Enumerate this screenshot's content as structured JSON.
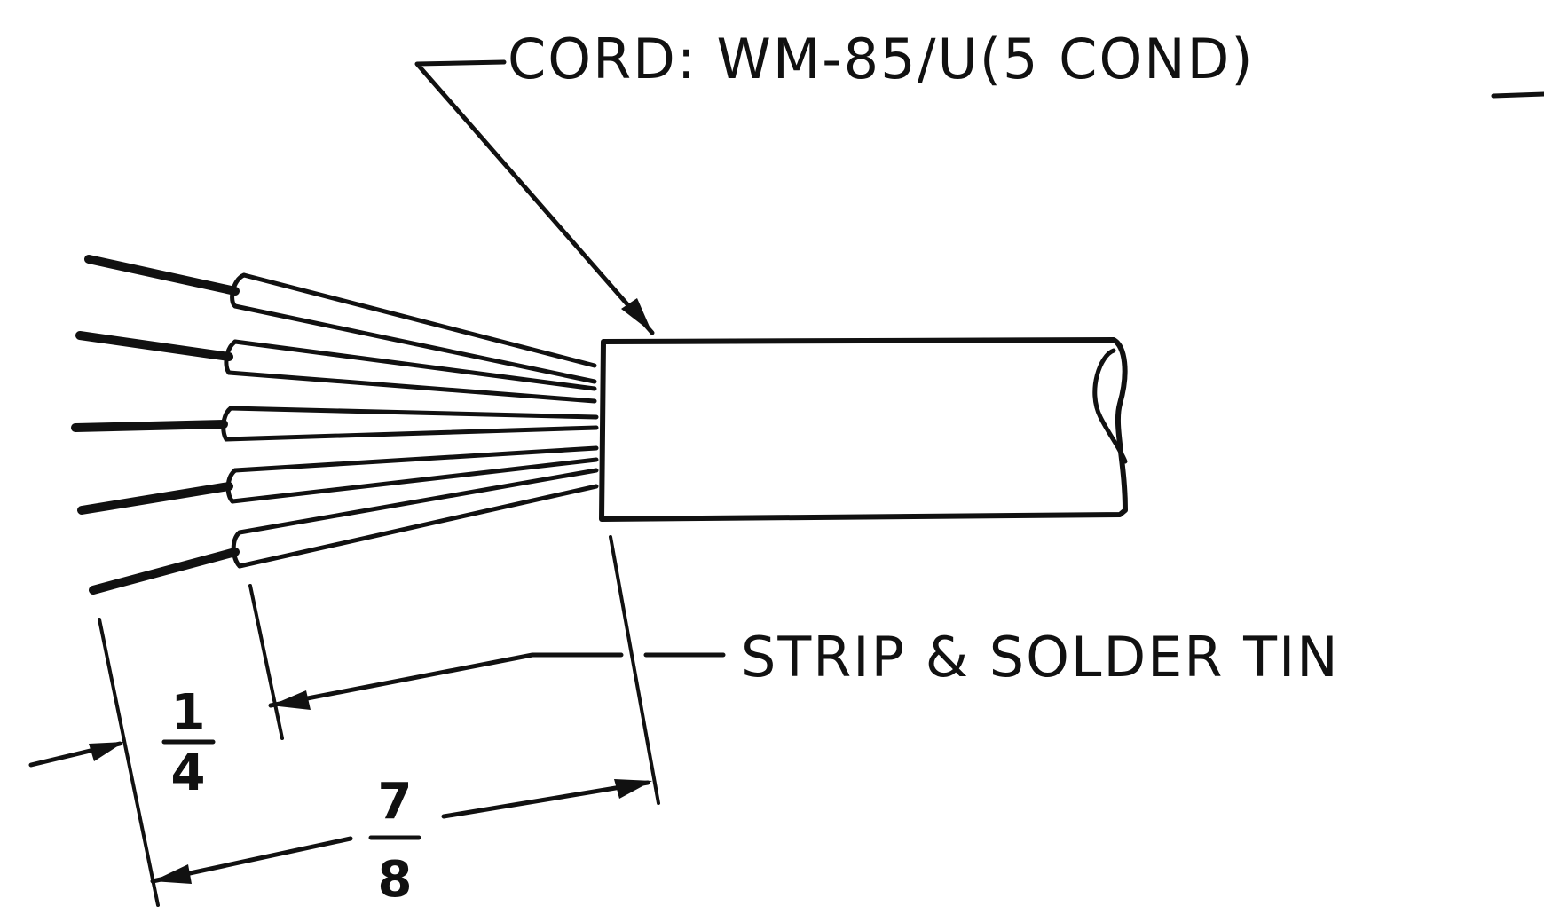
{
  "callouts": {
    "cord": "CORD: WM-85/U(5 COND)",
    "strip": "STRIP & SOLDER TIN"
  },
  "dimensions": {
    "strip_length": {
      "numerator": "1",
      "denominator": "4"
    },
    "overall_length": {
      "numerator": "7",
      "denominator": "8"
    }
  },
  "colors": {
    "ink": "#111111",
    "paper": "#ffffff"
  }
}
